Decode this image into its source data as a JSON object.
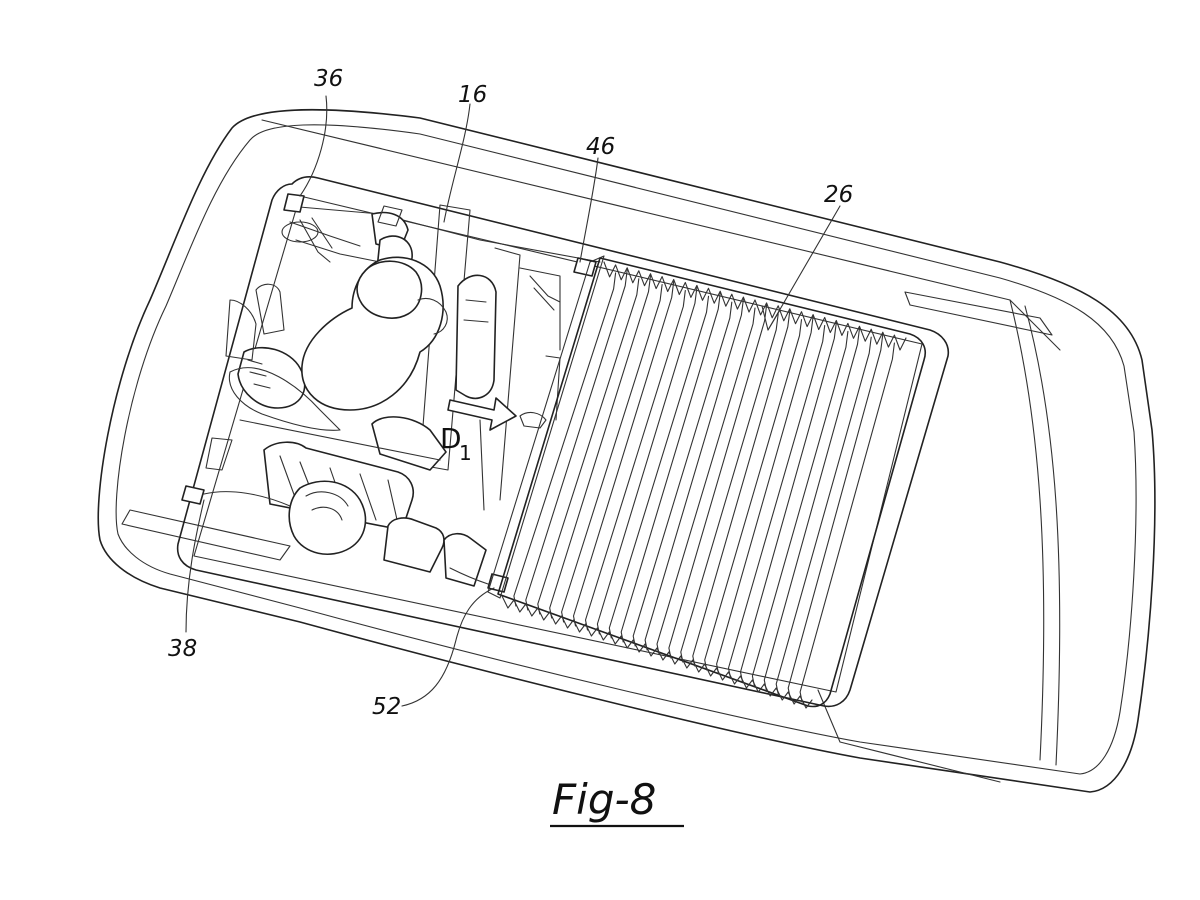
{
  "figure": {
    "caption": "Fig-8",
    "direction_label": "D",
    "direction_subscript": "1",
    "reference_numerals": {
      "pillar": "16",
      "cover": "26",
      "front_left_mount": "36",
      "front_right_mount": "38",
      "rear_left_mount": "46",
      "rear_right_mount": "52"
    }
  }
}
